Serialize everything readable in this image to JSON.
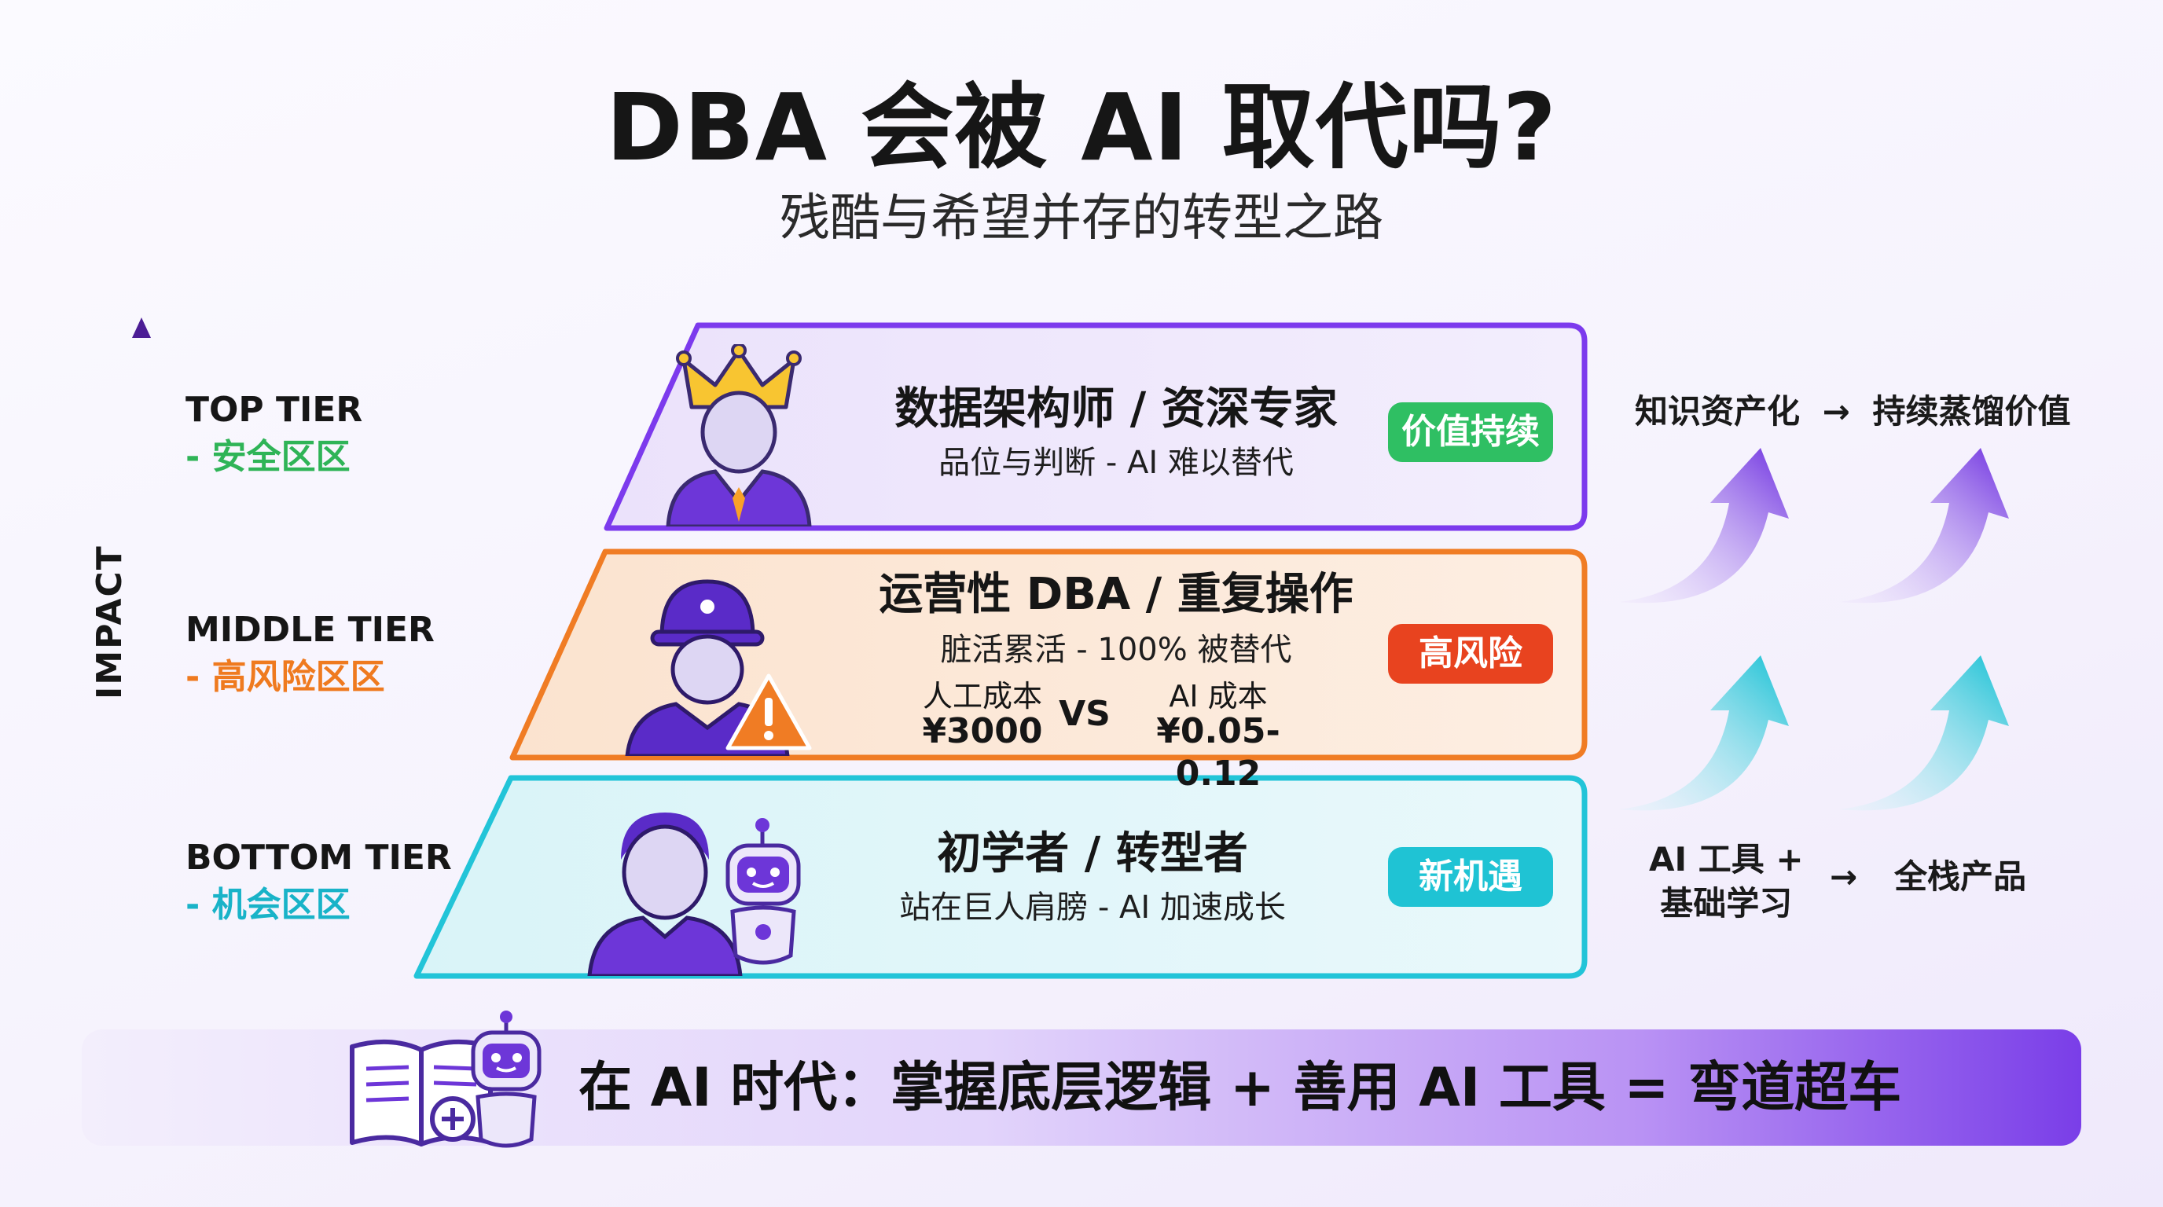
{
  "title": "DBA 会被 AI 取代吗?",
  "subtitle": "残酷与希望并存的转型之路",
  "axis_label": "IMPACT",
  "tiers": {
    "top": {
      "label": "TOP TIER",
      "zone": "- 安全区区",
      "title": "数据架构师 / 资深专家",
      "desc": "品位与判断 - AI 难以替代",
      "badge": "价值持续",
      "color": "#7c3aed",
      "badge_color": "#2fbf63",
      "zone_color": "#2fb457"
    },
    "middle": {
      "label": "MIDDLE TIER",
      "zone": "- 高风险区区",
      "title": "运营性 DBA / 重复操作",
      "desc": "脏活累活 - 100% 被替代",
      "cost_left_label": "人工成本",
      "cost_left_value": "¥3000",
      "vs": "VS",
      "cost_right_label": "AI 成本",
      "cost_right_value": "¥0.05-0.12",
      "badge": "高风险",
      "color": "#f07c24",
      "badge_color": "#e8431f",
      "zone_color": "#ef7a1f"
    },
    "bottom": {
      "label": "BOTTOM TIER",
      "zone": "- 机会区区",
      "title": "初学者 / 转型者",
      "desc": "站在巨人肩膀 - AI 加速成长",
      "badge": "新机遇",
      "color": "#22c4d8",
      "badge_color": "#1fc3d4",
      "zone_color": "#19b3c8"
    }
  },
  "right_top": {
    "from": "知识资产化",
    "arrow": "→",
    "to": "持续蒸馏价值"
  },
  "right_bottom": {
    "from_line1": "AI 工具 +",
    "from_line2": "基础学习",
    "arrow": "→",
    "to": "全栈产品"
  },
  "banner": "在 AI 时代：掌握底层逻辑 + 善用 AI 工具 = 弯道超车"
}
